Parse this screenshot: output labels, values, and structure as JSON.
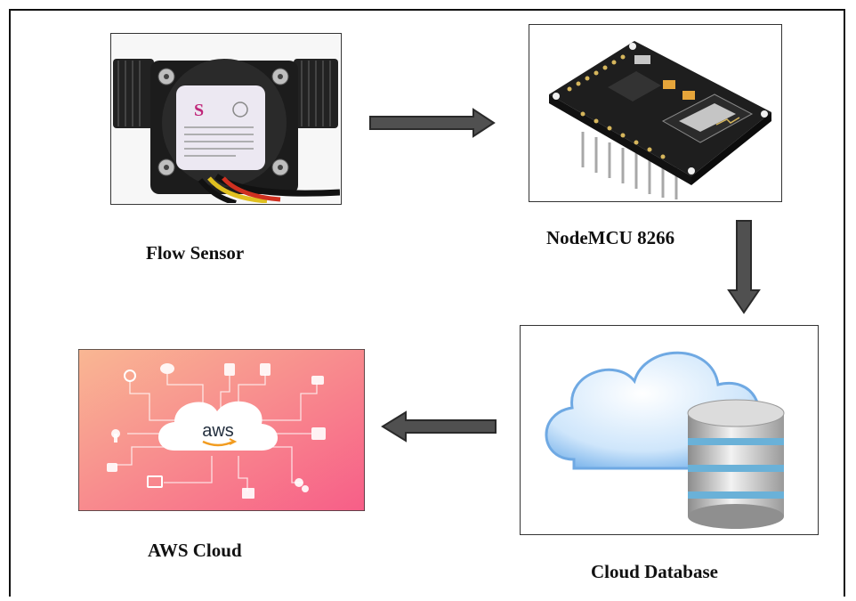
{
  "nodes": {
    "flow_sensor": {
      "label": "Flow Sensor"
    },
    "nodemcu": {
      "label": "NodeMCU 8266"
    },
    "cloud_database": {
      "label": "Cloud Database"
    },
    "aws_cloud": {
      "label": "AWS Cloud",
      "logo_text": "aws"
    }
  },
  "edges": [
    {
      "from": "flow_sensor",
      "to": "nodemcu",
      "direction": "right"
    },
    {
      "from": "nodemcu",
      "to": "cloud_database",
      "direction": "down"
    },
    {
      "from": "cloud_database",
      "to": "aws_cloud",
      "direction": "left"
    }
  ],
  "colors": {
    "arrow_fill": "#505050",
    "arrow_stroke": "#2a2a2a",
    "aws_gradient_start": "#f9b793",
    "aws_gradient_end": "#f75e88"
  }
}
